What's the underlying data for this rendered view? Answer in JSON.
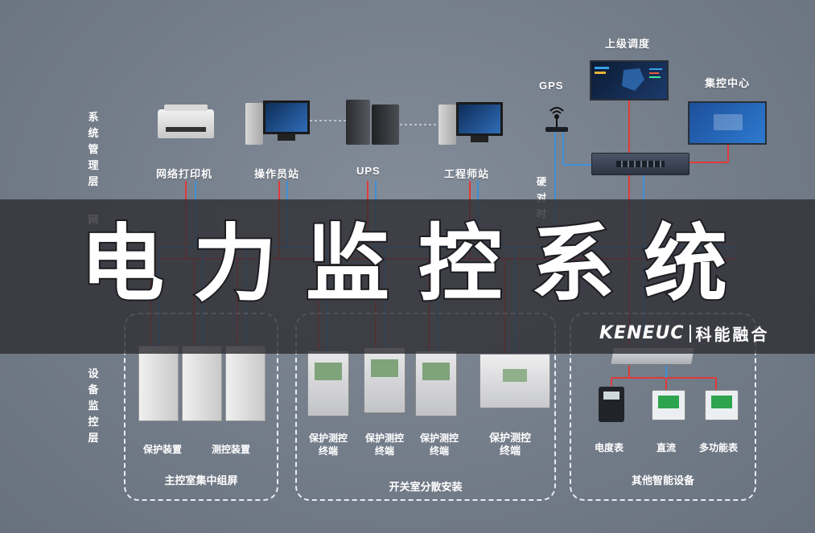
{
  "layers": {
    "system": "系统管理层",
    "network_part1": "网络",
    "network_part2": "网",
    "device": "设备监控层"
  },
  "top": {
    "dispatch": "上级调度",
    "gps": "GPS",
    "center": "集控中心",
    "hard_time": "硬对时"
  },
  "mgmt": {
    "printer": "网络打印机",
    "operator": "操作员站",
    "ups": "UPS",
    "engineer": "工程师站"
  },
  "groups": {
    "main_room": "主控室集中组屏",
    "switch_room": "开关室分散安装",
    "other": "其他智能设备"
  },
  "devices": {
    "protect": "保护装置",
    "measure": "测控装置",
    "terminal_1": "保护测控终端",
    "terminal_2": "保护测控终端",
    "terminal_3": "保护测控终端",
    "terminal_4": "保护测控终端",
    "meter": "电度表",
    "dc": "直流",
    "multi": "多功能表"
  },
  "banner": {
    "title": "电力监控系统",
    "brand_en": "KENEUC",
    "brand_cn": "科能融合"
  },
  "colors": {
    "red_line": "#e23b3b",
    "blue_line": "#3f8fd6"
  }
}
